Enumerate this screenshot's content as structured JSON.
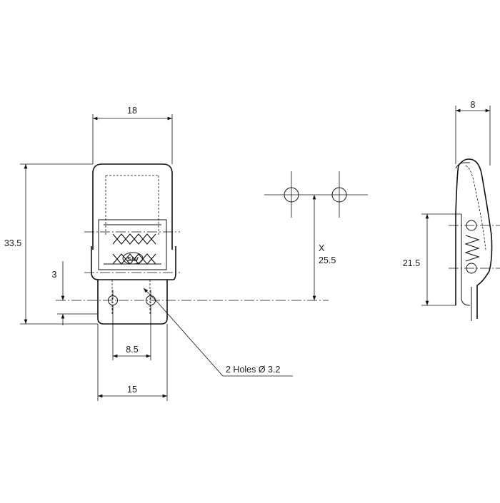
{
  "drawing": {
    "dimensions": {
      "width_top": "18",
      "height_total": "33.5",
      "slot_offset": "3",
      "hole_spacing": "8.5",
      "base_width": "15",
      "hole_note": "2 Holes Ø 3.2",
      "mount_x_label": "X",
      "mount_distance": "25.5",
      "side_depth": "8",
      "side_height": "21.5"
    },
    "logo_text": "SAV"
  }
}
